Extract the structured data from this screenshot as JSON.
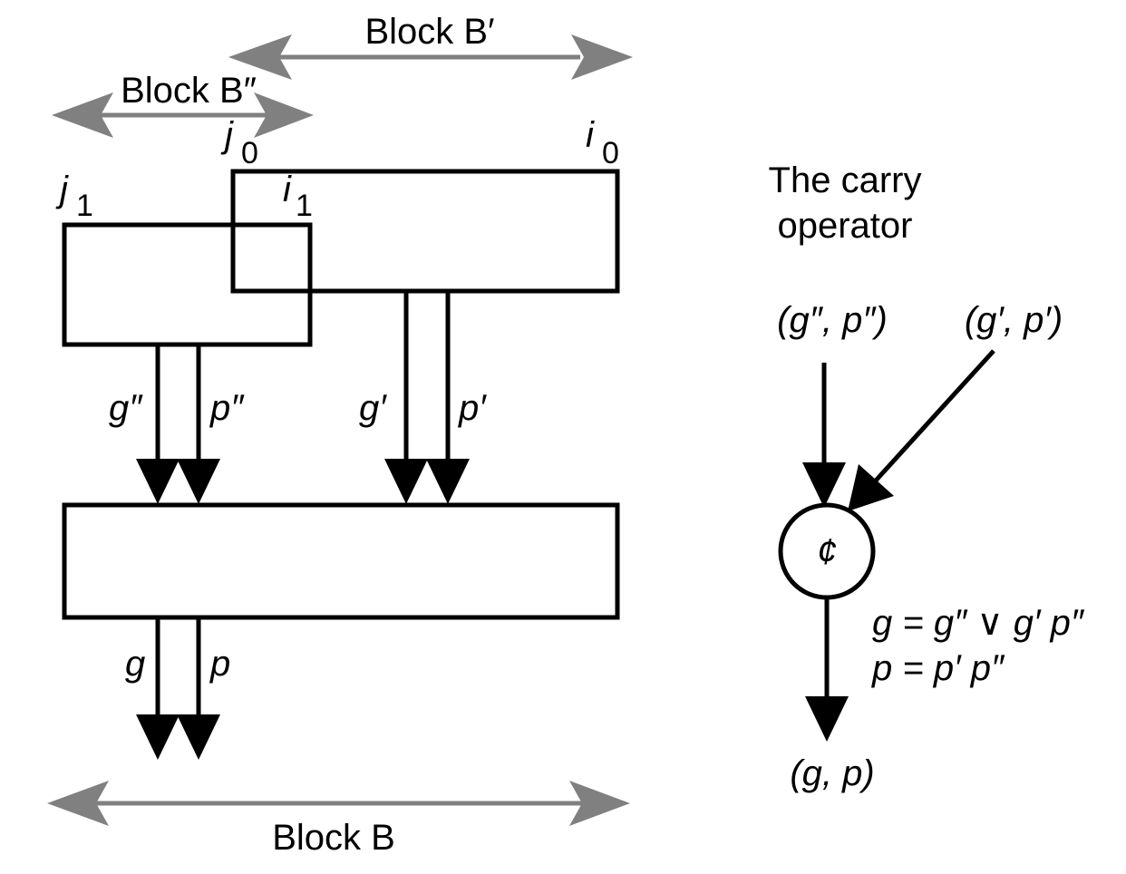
{
  "colors": {
    "line": "#000000",
    "range_arrow": "#808080",
    "background": "#ffffff"
  },
  "labels": {
    "block_b_prime": "Block B′",
    "block_b_dprime": "Block B″",
    "block_b": "Block B",
    "j0": "j",
    "j0_sub": "0",
    "i0": "i",
    "i0_sub": "0",
    "j1": "j",
    "j1_sub": "1",
    "i1": "i",
    "i1_sub": "1",
    "g_dprime": "g″",
    "p_dprime": "p″",
    "g_prime": "g′",
    "p_prime": "p′",
    "g": "g",
    "p": "p"
  },
  "carry_operator": {
    "title_line1": "The carry",
    "title_line2": "operator",
    "input_left": "(g″, p″)",
    "input_right": "(g′, p′)",
    "symbol": "¢",
    "formula_g": "g = g″ ∨ g′ p″",
    "formula_p": "p = p′ p″",
    "output": "(g, p)"
  }
}
